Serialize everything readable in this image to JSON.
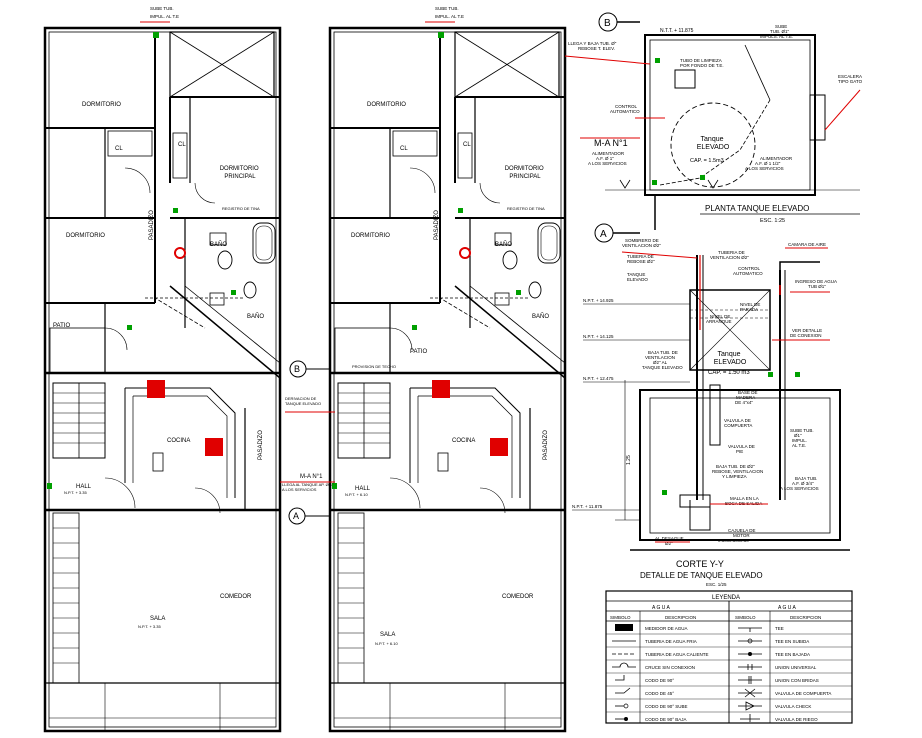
{
  "colors": {
    "line": "#000000",
    "accent": "#e00000",
    "fixture": "#00a000",
    "text": "#000000"
  },
  "plan1": {
    "top_note_1": "SUBE TUB.",
    "top_note_2": "IMPUL. AL T.E",
    "dormitorio_1": "DORMITORIO",
    "cl_1": "CL",
    "cl_2": "CL",
    "dormitorio_principal": "DORMITORIO\nPRINCIPAL",
    "dormitorio_2": "DORMITORIO",
    "pasadizo": "PASADIZO",
    "bano_1": "BAÑO",
    "bano_2": "BAÑO",
    "registro": "REGISTRO DE TINA",
    "patio": "PATIO",
    "cocina": "COCINA",
    "pasadizo_2": "PASADIZO",
    "hall": "HALL",
    "hall_npt": "N.P.T. + 3.35",
    "sala": "SALA",
    "sala_npt": "N.P.T. + 3.35",
    "comedor": "COMEDOR"
  },
  "plan2": {
    "top_note_1": "SUBE TUB.",
    "top_note_2": "IMPUL. AL T.E",
    "dormitorio_1": "DORMITORIO",
    "cl_1": "CL",
    "cl_2": "CL",
    "dormitorio_principal": "DORMITORIO\nPRINCIPAL",
    "dormitorio_2": "DORMITORIO",
    "pasadizo": "PASADIZO",
    "bano_1": "BAÑO",
    "bano_2": "BAÑO",
    "registro": "REGISTRO DE TINA",
    "patio": "PATIO",
    "cocina": "COCINA",
    "pasadizo_2": "PASADIZO",
    "hall": "HALL",
    "hall_npt": "N.P.T. + 6.10",
    "sala": "SALA",
    "sala_npt": "N.P.T. + 6.10",
    "comedor": "COMEDOR",
    "provision": "PROVISION DE TECHO"
  },
  "between": {
    "marker_b": "B",
    "marker_a": "A",
    "note_1": "DERIVACION DE\nTANQUE ELEVADO",
    "ma_label": "M-A N°1",
    "ma_note": "LLEGA AL TANQUE AP. Ø 1\"\nA LOS SERVICIOS"
  },
  "planta_tanque": {
    "marker_b": "B",
    "npt": "N.T.T. + 11.875",
    "llega": "LLEGA Y BAJA TUB. Ø\"\nREBOSE T. ELEV.",
    "tubo_limpieza": "TUBO DE LIMPIEZA\nPOR FONDO DE T.E.",
    "sube": "SUBE\nTUB. Ø1\"\nIMPULS. AL T.E.",
    "escalera": "ESCALERA\nTIPO GATO",
    "control": "CONTROL\nAUTOMATICO",
    "ma": "M-A N°1",
    "alimentador": "ALIMENTADOR\nA.F. Ø 1\"\nA LOS SERVICIOS",
    "tanque": "Tanque\nELEVADO",
    "cap": "CAP. = 1.5m3",
    "alimentador_2": "ALIMENTADOR\nA.F. Ø 1 1/2\"\nA LOS SERVICIOS",
    "title": "PLANTA TANQUE ELEVADO",
    "scale": "ESC. 1:25"
  },
  "corte": {
    "marker_a": "A",
    "sombrero": "SOMBRERO DE\nVENTILACION Ø2\"",
    "tuberia_vent": "TUBERIA DE\nVENTILACION Ø2\"",
    "camara": "CAMARA DE AIRE",
    "tuberia_rebose": "TUBERIA DE\nREBOSE Ø2\"",
    "control": "CONTROL\nAUTOMATICO",
    "ingreso": "INGRESO DE AGUA\nTUB Ø1\"",
    "tanque_elevado_label": "TANQUE\nELEVADO",
    "nivel_parada": "NIVEL DE\nPARADA",
    "nivel_arranque": "NIVEL DE\nARRANQUE",
    "ver_detalle": "VER DETALLE\nDE CONEXION",
    "baja_tub": "BAJA TUB. DE\nVENTILACION\nØ2\" AL\nTANQUE ELEVADO",
    "tanque": "Tanque\nELEVADO",
    "cap": "CAP. = 1.50 m3",
    "base_madera": "BASE DE\nMADERA\nDE 4\"x4\"",
    "valvula_comp": "VALVULA DE\nCOMPUERTA",
    "valvula_pie": "VALVULA DE\nPIE",
    "sube_tub": "SUBE TUB.\nØ1\"\nIMPUL.\nAL T.E.",
    "baja_tub_2": "BAJA TUB. DE Ø2\"\nREBOSE, VENTILACION\nY LIMPIEZA",
    "baja_tub_3": "BAJA TUB.\nA.F. Ø 3/4\"\nA LOS SERVICIOS",
    "malla": "MALLA EN LA\nBOCA DE SALIDA",
    "caja": "CAJUELA DE\nMOTOR\n0.30x0.30x0.30",
    "al_desague": "AL DESAGUE\nØ2\"",
    "npt_1": "N.P.T. + 14.925",
    "npt_2": "N.P.T. + 14.125",
    "npt_3": "N.P.T. + 12.475",
    "npt_4": "N.P.T. + 11.875",
    "height": "1.25",
    "title": "CORTE Y-Y",
    "subtitle": "DETALLE DE TANQUE ELEVADO",
    "scale": "ESC. 1/25"
  },
  "leyenda": {
    "title": "LEYENDA",
    "agua_1": "A G U A",
    "agua_2": "A G U A",
    "headers": [
      "SIMBOLO",
      "DESCRIPCION",
      "SIMBOLO",
      "DESCRIPCION"
    ],
    "rows": [
      [
        "MEDIDOR DE AGUA",
        "TEE"
      ],
      [
        "TUBERIA DE AGUA FRIA",
        "TEE EN SUBIDA"
      ],
      [
        "TUBERIA DE AGUA CALIENTE",
        "TEE EN BAJADA"
      ],
      [
        "CRUCE SIN CONEXION",
        "UNION UNIVERSAL"
      ],
      [
        "CODO DE 90°",
        "UNION CON BRIDAS"
      ],
      [
        "CODO DE 45°",
        "VALVULA DE COMPUERTA"
      ],
      [
        "CODO DE 90° SUBE",
        "VALVULA CHECK"
      ],
      [
        "CODO DE 90° BAJA",
        "VALVULA DE RIEGO"
      ]
    ]
  }
}
